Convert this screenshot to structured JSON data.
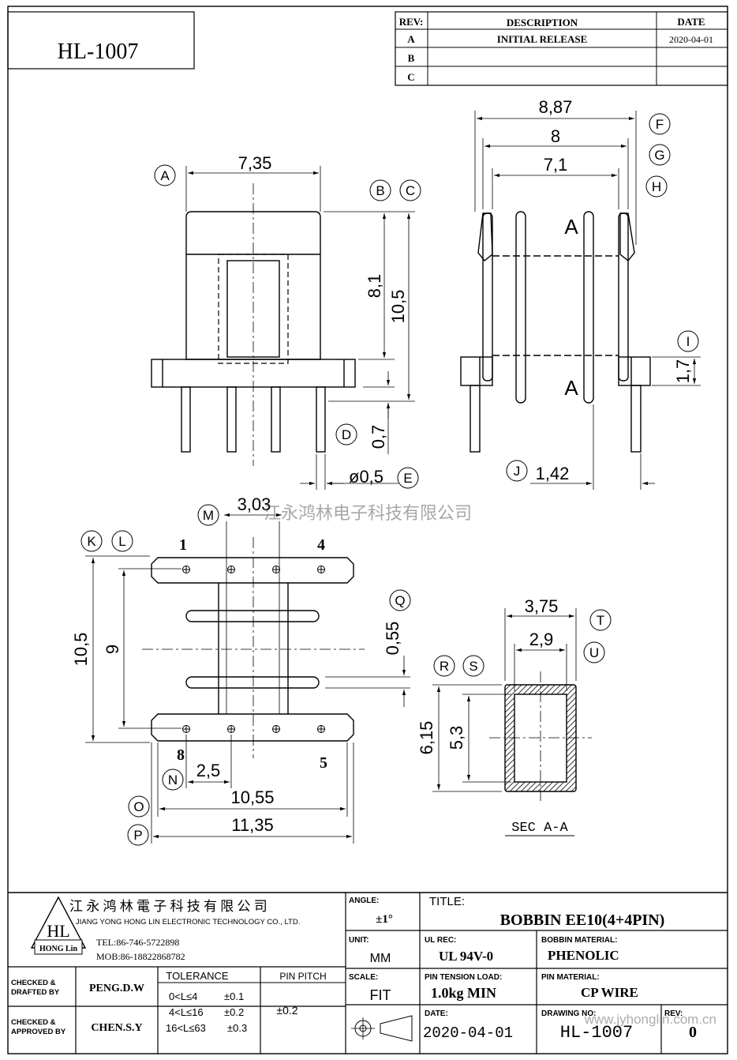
{
  "header": {
    "part_number": "HL-1007",
    "rev_table": {
      "col_rev": "REV:",
      "col_desc": "DESCRIPTION",
      "col_date": "DATE",
      "rows": [
        {
          "rev": "A",
          "desc": "INITIAL  RELEASE",
          "date": "2020-04-01"
        },
        {
          "rev": "B",
          "desc": "",
          "date": ""
        },
        {
          "rev": "C",
          "desc": "",
          "date": ""
        }
      ]
    }
  },
  "front_view": {
    "dim_width": "7,35",
    "dim_height_body": "8,1",
    "dim_height_total": "10,5",
    "dim_pin_len": "0,7",
    "dim_pin_dia": "ø0,5",
    "callout_a": "A",
    "callout_b": "B",
    "callout_c": "C",
    "callout_d": "D",
    "callout_e": "E"
  },
  "side_view": {
    "dim_f": "8,87",
    "dim_g": "8",
    "dim_h": "7,1",
    "dim_i": "1,7",
    "dim_j": "1,42",
    "section_label_top": "A",
    "section_label_bottom": "A",
    "callout_f": "F",
    "callout_g": "G",
    "callout_h": "H",
    "callout_i": "I",
    "callout_j": "J"
  },
  "bottom_view": {
    "dim_m": "3,03",
    "dim_k": "10,5",
    "dim_l": "9",
    "dim_q": "0,55",
    "dim_n": "2,5",
    "dim_o": "10,55",
    "dim_p": "11,35",
    "pin_1": "1",
    "pin_4": "4",
    "pin_8": "8",
    "pin_5": "5",
    "callout_k": "K",
    "callout_l": "L",
    "callout_m": "M",
    "callout_n": "N",
    "callout_o": "O",
    "callout_p": "P",
    "callout_q": "Q"
  },
  "section_view": {
    "dim_t": "3,75",
    "dim_u": "2,9",
    "dim_r": "6,15",
    "dim_s": "5,3",
    "label": "SEC  A-A",
    "callout_r": "R",
    "callout_s": "S",
    "callout_t": "T",
    "callout_u": "U"
  },
  "watermark": "江永鸿林电子科技有限公司",
  "title_block": {
    "company_cn": "江 永 鸿 林 電 子 科 技 有 限 公 司",
    "company_en": "JIANG YONG HONG LIN ELECTRONIC TECHNOLOGY CO., LTD.",
    "logo_text": "HL",
    "logo_sub": "HONG Lin",
    "tel": "TEL:86-746-5722898",
    "mob": "MOB:86-18822868782",
    "angle_label": "ANGLE:",
    "angle_value": "±1°",
    "title_label": "TITLE:",
    "title_value": "BOBBIN   EE10(4+4PIN)",
    "unit_label": "UNIT:",
    "unit_value": "MM",
    "ul_label": "UL REC:",
    "ul_value": "UL 94V-0",
    "bobbin_mat_label": "BOBBIN MATERIAL:",
    "bobbin_mat_value": "PHENOLIC",
    "scale_label": "SCALE:",
    "scale_value": "FIT",
    "pin_tension_label": "PIN TENSION LOAD:",
    "pin_tension_value": "1.0kg MIN",
    "pin_mat_label": "PIN MATERIAL:",
    "pin_mat_value": "CP   WIRE",
    "date_label": "DATE:",
    "date_value": "2020-04-01",
    "drawing_no_label": "DRAWING NO:",
    "drawing_no_value": "HL-1007",
    "rev_label": "REV:",
    "rev_value": "0",
    "checked_drafted_label_1": "CHECKED &",
    "checked_drafted_label_2": "DRAFTED BY",
    "drafted_by": "PENG.D.W",
    "checked_approved_label_1": "CHECKED &",
    "checked_approved_label_2": "APPROVED BY",
    "approved_by": "CHEN.S.Y",
    "tolerance_label": "TOLERANCE",
    "tol_rows": [
      {
        "range": "0<L≤4",
        "value": "±0.1"
      },
      {
        "range": "4<L≤16",
        "value": "±0.2"
      },
      {
        "range": "16<L≤63",
        "value": "±0.3"
      }
    ],
    "pin_pitch_label": "PIN PITCH",
    "pin_pitch_value": "±0.2",
    "website": "www.jyhonglin.com.cn"
  }
}
